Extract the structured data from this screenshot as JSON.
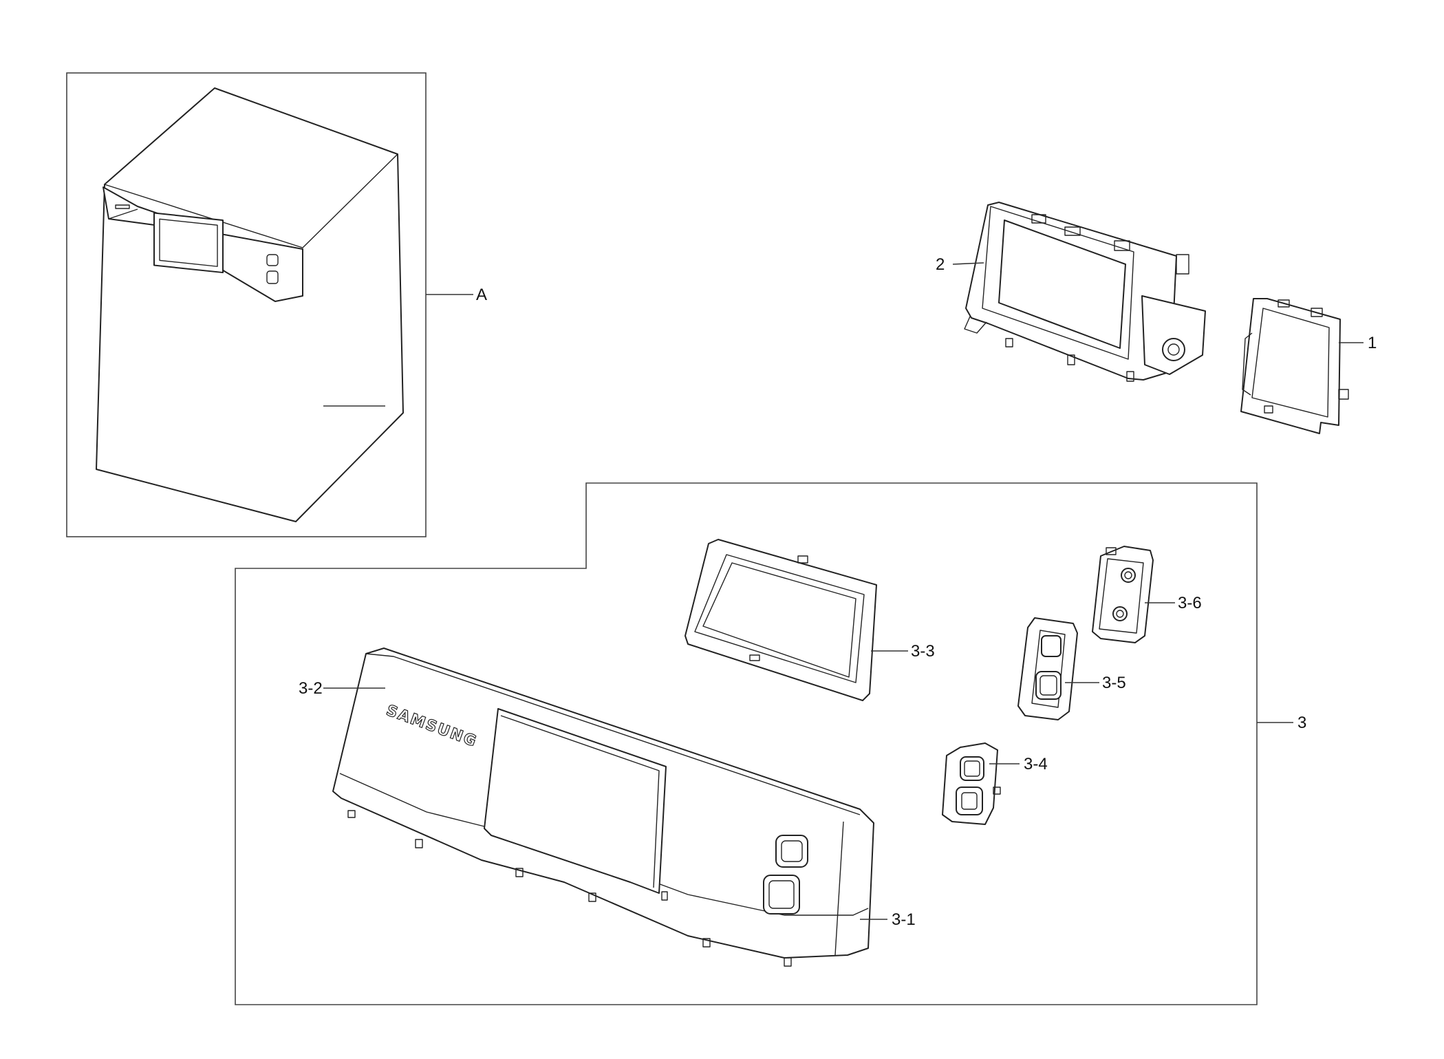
{
  "diagram": {
    "callouts": {
      "A": "A",
      "p1": "1",
      "p2": "2",
      "p3": "3",
      "p3_1": "3-1",
      "p3_2": "3-2",
      "p3_3": "3-3",
      "p3_4": "3-4",
      "p3_5": "3-5",
      "p3_6": "3-6"
    },
    "logo_text": "SAMSUNG"
  }
}
